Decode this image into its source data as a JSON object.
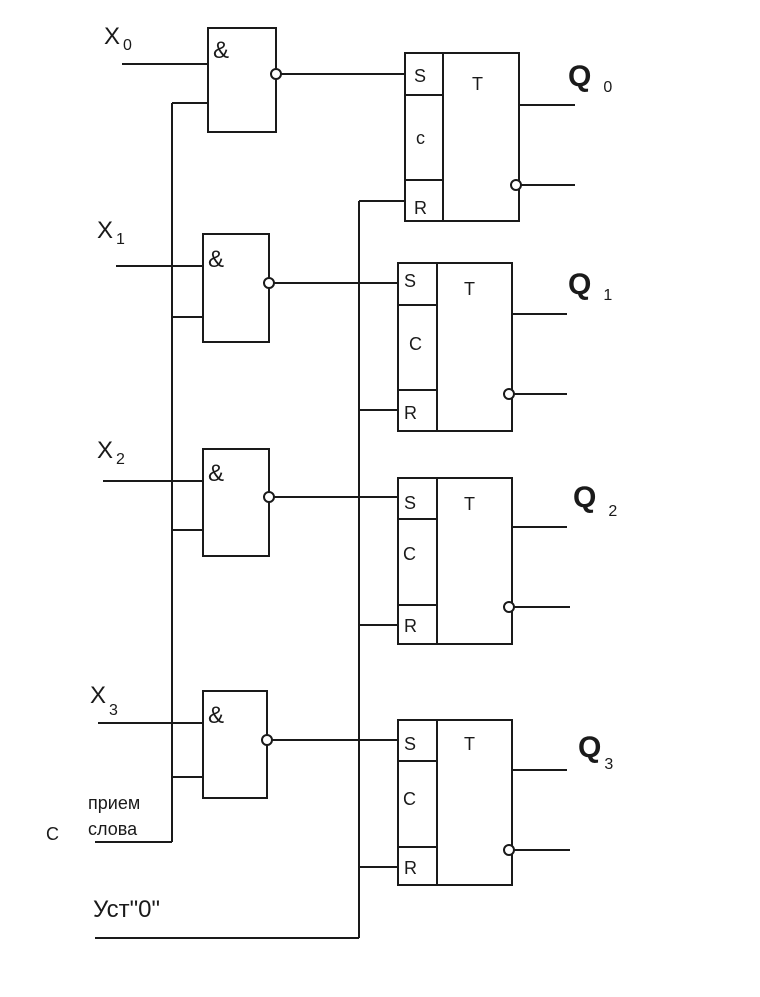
{
  "inputs": [
    {
      "name": "X",
      "index": "0"
    },
    {
      "name": "X",
      "index": "1"
    },
    {
      "name": "X",
      "index": "2"
    },
    {
      "name": "X",
      "index": "3"
    }
  ],
  "outputs": [
    {
      "name": "Q",
      "index": "0"
    },
    {
      "name": "Q",
      "index": "1"
    },
    {
      "name": "Q",
      "index": "2"
    },
    {
      "name": "Q",
      "index": "3"
    }
  ],
  "gate_symbol": "&",
  "trigger": {
    "type_label": "T",
    "s_label": "S",
    "r_label": "R",
    "c_labels": [
      "c",
      "C",
      "C",
      "C"
    ]
  },
  "control": {
    "c_label": "C",
    "receive_line1": "прием",
    "receive_line2": "слова",
    "reset_label": "Уст\"0\""
  }
}
